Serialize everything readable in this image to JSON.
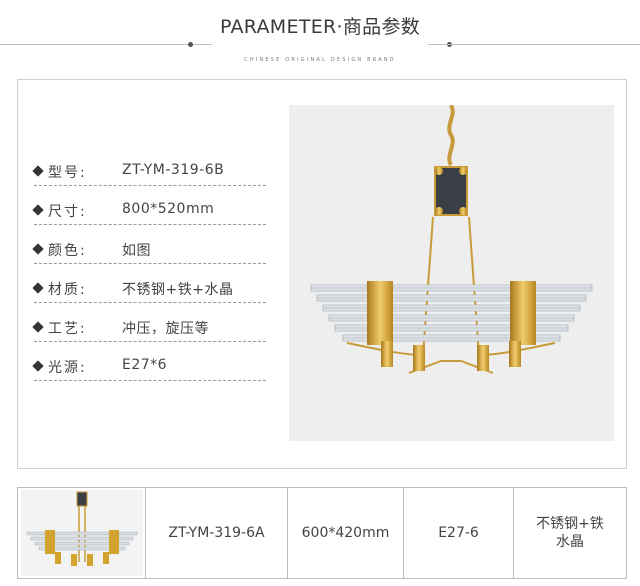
{
  "header": {
    "title": "PARAMETER·商品参数",
    "subtitle": "CHINESE ORIGINAL DESIGN BRAND"
  },
  "specs": [
    {
      "label": "型号:",
      "value": "ZT-YM-319-6B"
    },
    {
      "label": "尺寸:",
      "value": "800*520mm"
    },
    {
      "label": "颜色:",
      "value": "如图"
    },
    {
      "label": "材质:",
      "value": "不锈钢+铁+水晶"
    },
    {
      "label": "工艺:",
      "value": "冲压，旋压等"
    },
    {
      "label": "光源:",
      "value": "E27*6"
    }
  ],
  "variant": {
    "model": "ZT-YM-319-6A",
    "size": "600*420mm",
    "light": "E27-6",
    "material": "不锈钢+铁水晶"
  },
  "colors": {
    "gold": "#d4a22e",
    "crystal": "#d8dde2",
    "photo_bg": "#eeeeee"
  }
}
